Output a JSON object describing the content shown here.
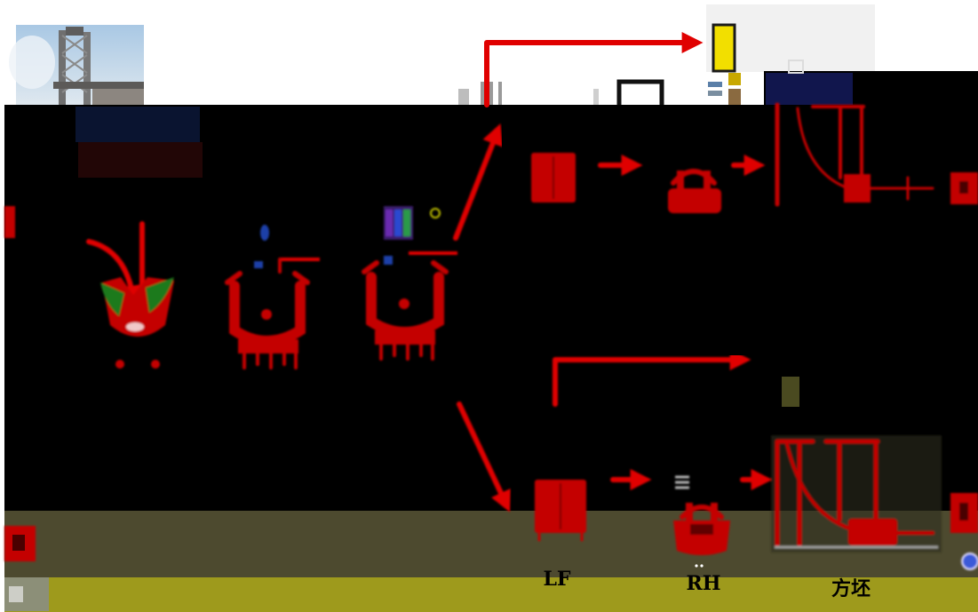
{
  "labels": {
    "lf": "LF",
    "rh": "RH",
    "billet": "方坯"
  },
  "colors": {
    "background": "#000000",
    "flow_arrow": "#e00000",
    "vessel": "#c40000",
    "band_olive": "#4d4a2f",
    "band_yellow": "#9e9a1c",
    "ladle_yellow": "#f2df00",
    "flame_green": "#1f7a1f"
  }
}
